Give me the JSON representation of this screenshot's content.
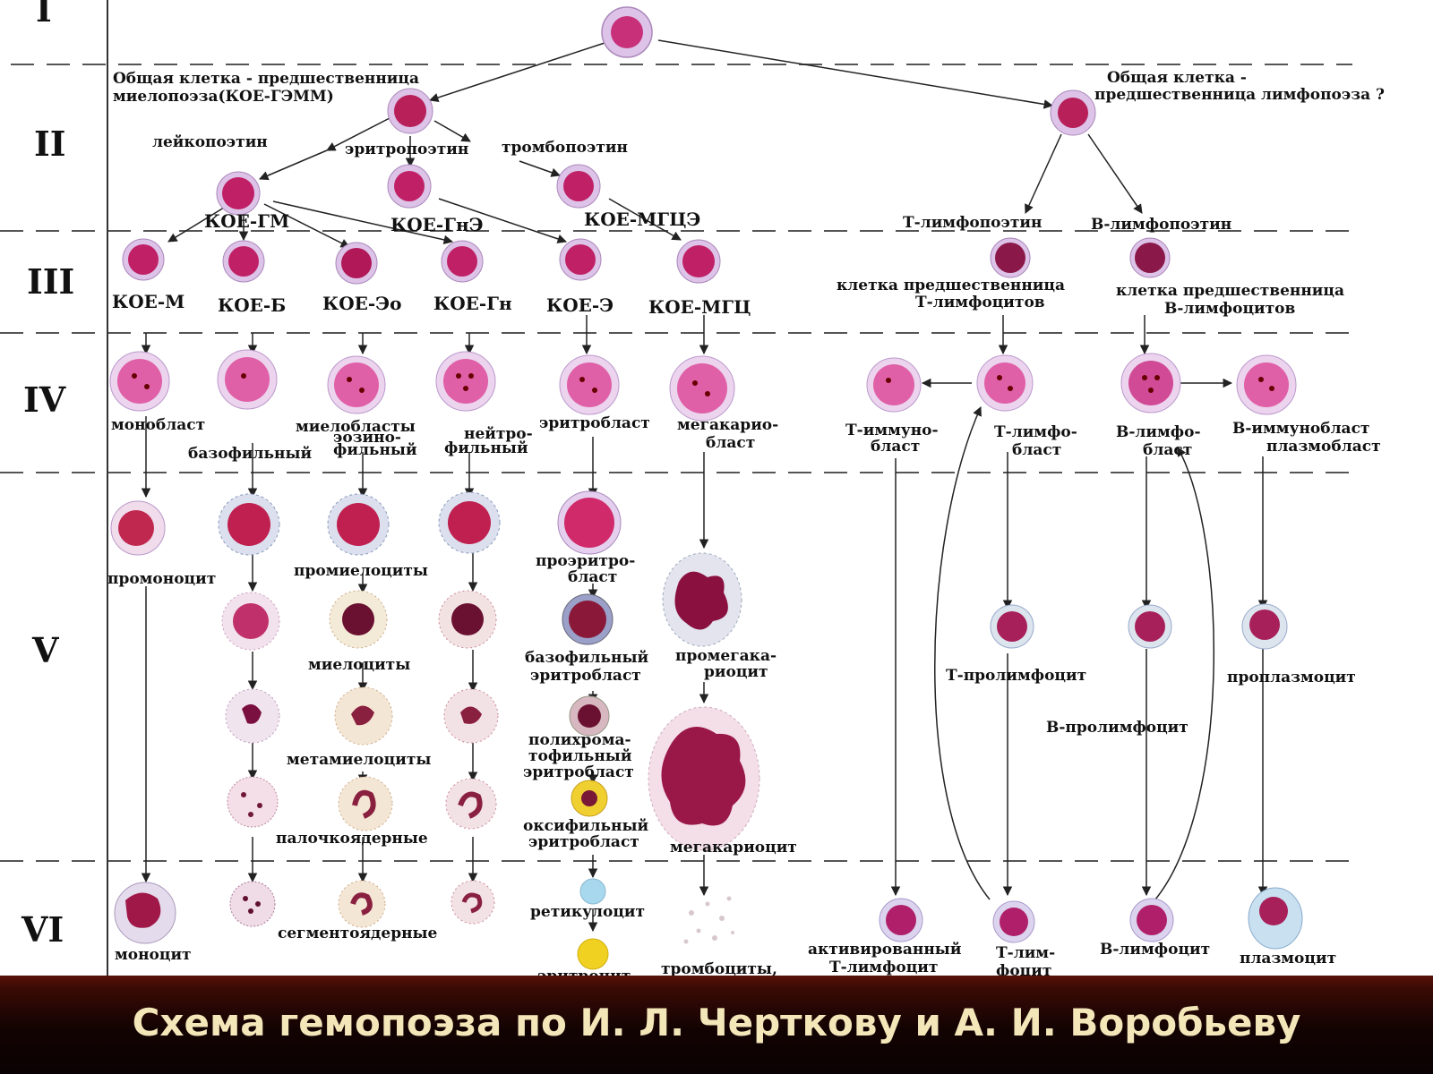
{
  "stages": [
    "I",
    "II",
    "III",
    "IV",
    "V",
    "VI"
  ],
  "labels": {
    "myelo_common": [
      "Общая клетка - предшественница",
      "миелопоэза(КОЕ-ГЭММ)"
    ],
    "lympho_common": [
      "Общая клетка -",
      "предшественница лимфопоэза ?"
    ],
    "leukopoietin": "лейкопоэтин",
    "erythropoietin": "эритропоэтин",
    "thrombopoietin": "тромбопоэтин",
    "koe_gm": "КОЕ-ГМ",
    "koe_gne": "КОЕ-ГнЭ",
    "koe_mgce": "КОЕ-МГЦЭ",
    "t_lymphopoietin": "Т-лимфопоэтин",
    "b_lymphopoietin": "В-лимфопоэтин",
    "koe_m": "КОЕ-М",
    "koe_b": "КОЕ-Б",
    "koe_eo": "КОЕ-Эо",
    "koe_gn": "КОЕ-Гн",
    "koe_e": "КОЕ-Э",
    "koe_mgc": "КОЕ-МГЦ",
    "t_precursor": [
      "клетка предшественница",
      "Т-лимфоцитов"
    ],
    "b_precursor": [
      "клетка предшественница",
      "В-лимфоцитов"
    ],
    "monoblast": "монобласт",
    "basophilic": "базофильный",
    "myeloblasts": "миелобласты",
    "eosinophilic": [
      "эозино-",
      "фильный"
    ],
    "neutrophilic": [
      "нейтро-",
      "фильный"
    ],
    "erythroblast": "эритробласт",
    "megakaryoblast": [
      "мегакарио-",
      "бласт"
    ],
    "t_immunoblast": [
      "Т-иммуно-",
      "бласт"
    ],
    "t_lymphoblast": [
      "Т-лимфо-",
      "бласт"
    ],
    "b_lymphoblast": [
      "В-лимфо-",
      "бласт"
    ],
    "b_immunoblast": [
      "В-иммунобласт",
      "плазмобласт"
    ],
    "promonocyte": "промоноцит",
    "promyelocytes": "промиелоциты",
    "proerythroblast": [
      "проэритро-",
      "бласт"
    ],
    "myelocytes": "миелоциты",
    "basophilic_erythroblast": [
      "базофильный",
      "эритробласт"
    ],
    "promegakaryocyte": [
      "промегака-",
      "риоцит"
    ],
    "t_prolymphocyte": "Т-пролимфоцит",
    "proplasmocyte": "проплазмоцит",
    "b_prolymphocyte": "В-пролимфоцит",
    "polychromatophilic": [
      "полихрома-",
      "тофильный",
      "эритробласт"
    ],
    "metamyelocytes": "метамиелоциты",
    "band": "палочкоядерные",
    "oxyphilic": [
      "оксифильный",
      "эритробласт"
    ],
    "megakaryocyte": "мегакариоцит",
    "monocyte": "моноцит",
    "segmented": "сегментоядерные",
    "reticulocyte": "ретикулоцит",
    "erythrocyte": "эритроцит",
    "thrombocytes": "тромбоциты,",
    "activated_t": [
      "активированный",
      "Т-лимфоцит"
    ],
    "t_lymphocyte": [
      "Т-лим-",
      "фоцит"
    ],
    "b_lymphocyte": "В-лимфоцит",
    "plasmocyte": "плазмоцит"
  },
  "caption": "Схема гемопоэза по И. Л. Черткову и А. И. Воробьеву",
  "colors": {
    "nucleus": "#b8205a",
    "cell_ring": "#d9c2e6",
    "caption_text": "#f3e6b8",
    "caption_bg": "#120302",
    "erythrocyte": "#f0d020",
    "reticulocyte": "#a8d8ee"
  }
}
